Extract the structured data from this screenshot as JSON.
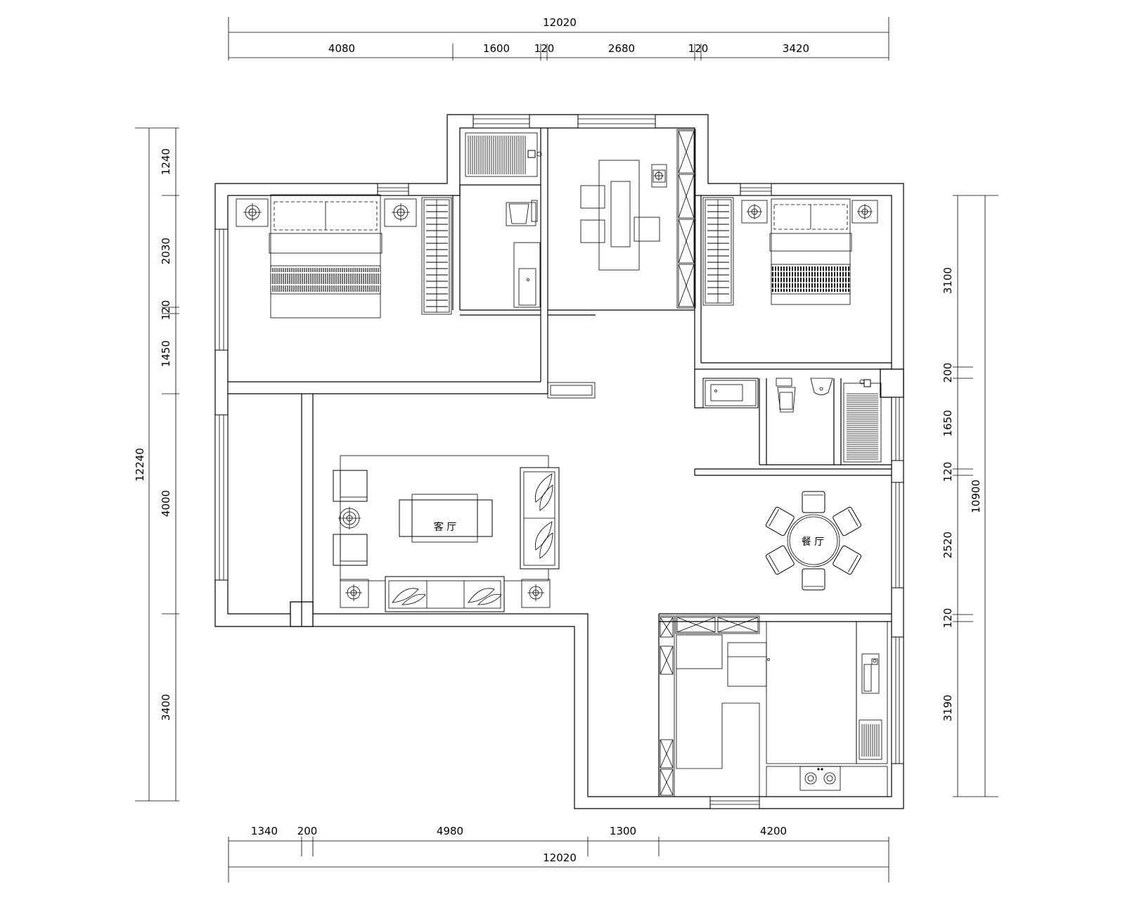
{
  "dimensions": {
    "top_total": "12020",
    "top_segments": [
      "4080",
      "1600",
      "120",
      "2680",
      "120",
      "3420"
    ],
    "bottom_total": "12020",
    "bottom_segments": [
      "1340",
      "200",
      "4980",
      "1300",
      "4200"
    ],
    "left_total": "12240",
    "left_segments": [
      "1240",
      "2030",
      "120",
      "1450",
      "4000",
      "3400"
    ],
    "right_total": "10900",
    "right_segments": [
      "3100",
      "200",
      "1650",
      "120",
      "2520",
      "120",
      "3190"
    ]
  },
  "rooms": {
    "living": "客 厅",
    "dining": "餐 厅"
  },
  "icons": [
    "double-bed-icon",
    "nightstand-lamp-icon",
    "wardrobe-icon",
    "toilet-icon",
    "bathtub-icon",
    "shower-icon",
    "desk-icon",
    "chair-icon",
    "sofa-icon",
    "armchair-icon",
    "coffee-table-icon",
    "round-dining-table-icon",
    "kitchen-sink-icon",
    "stove-icon",
    "window-icon"
  ]
}
